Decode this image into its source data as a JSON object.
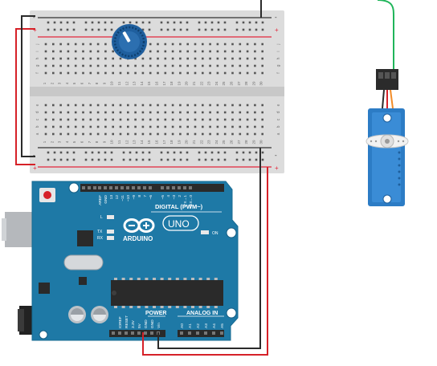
{
  "colors": {
    "arduino": "#1E79A6",
    "arduino_dark": "#155E84",
    "breadboard": "#DCDCDC",
    "breadboard_strip": "#CCCCCC",
    "rail_red": "#E3263B",
    "rail_black": "#333333",
    "wire_red": "#D62128",
    "wire_black": "#2B2B2B",
    "wire_green": "#20B55A",
    "servo_blue": "#2C7CC5",
    "pot_blue": "#1F5F9E"
  },
  "breadboard": {
    "rail_plus": "+",
    "rail_minus": "-",
    "columns": [
      "1",
      "2",
      "3",
      "4",
      "5",
      "6",
      "7",
      "8",
      "9",
      "10",
      "11",
      "12",
      "13",
      "14",
      "15",
      "16",
      "17",
      "18",
      "19",
      "20",
      "21",
      "22",
      "23",
      "24",
      "25",
      "26",
      "27",
      "28",
      "29",
      "30"
    ],
    "rows_top": [
      "j",
      "i",
      "h",
      "g",
      "f"
    ],
    "rows_bottom": [
      "e",
      "d",
      "c",
      "b",
      "a"
    ]
  },
  "arduino": {
    "brand": "ARDUINO",
    "model": "UNO",
    "digital_label": "DIGITAL (PWM~)",
    "on_label": "ON",
    "l_label": "L",
    "tx_label": "TX",
    "rx_label": "RX",
    "power_label": "POWER",
    "analog_label": "ANALOG IN",
    "top_pins": [
      "AREF",
      "GND",
      "13",
      "12",
      "~11",
      "~10",
      "~9",
      "8",
      "7",
      "~6",
      "~5",
      "4",
      "~3",
      "2",
      "TX→1",
      "RX←0"
    ],
    "power_pins": [
      "IOREF",
      "RESET",
      "3.3V",
      "5V",
      "GND",
      "GND",
      "Vin"
    ],
    "analog_pins": [
      "A0",
      "A1",
      "A2",
      "A3",
      "A4",
      "A5"
    ]
  },
  "components": {
    "potentiometer": "potentiometer",
    "servo": "servo"
  }
}
